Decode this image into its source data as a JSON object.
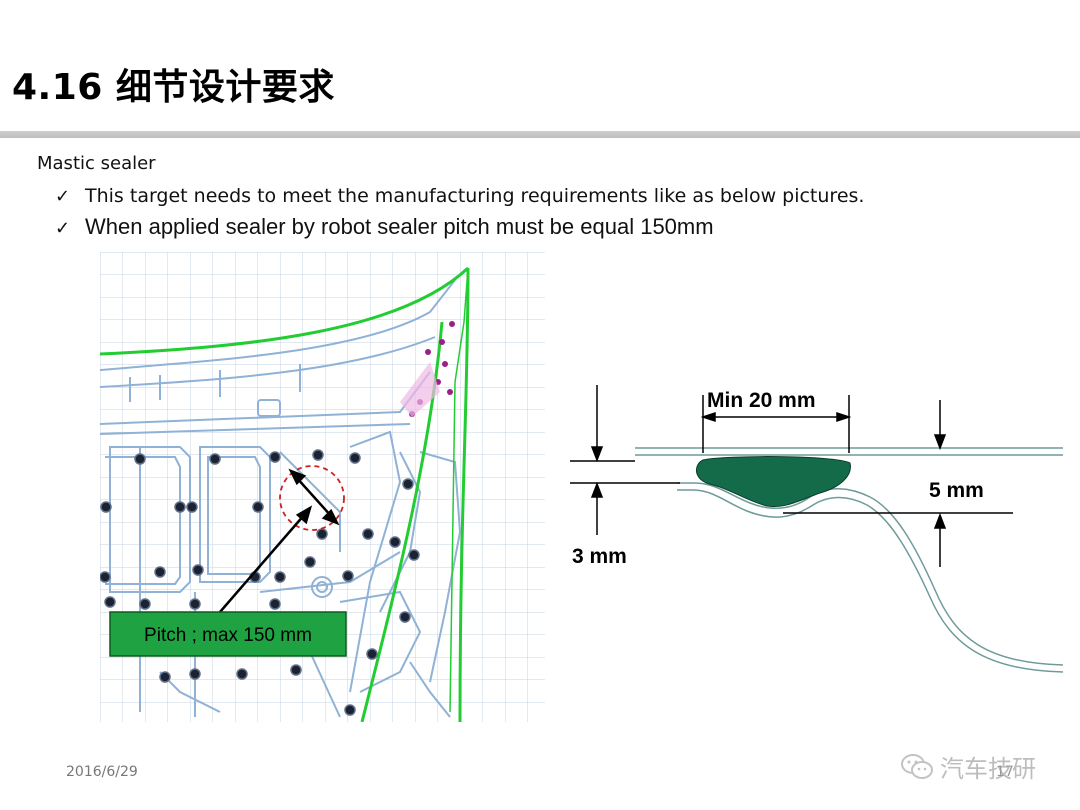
{
  "slide": {
    "title": "4.16 细节设计要求",
    "section_label": "Mastic sealer",
    "bullets": [
      {
        "check": "✓",
        "text": "This target needs to meet the manufacturing requirements like as below pictures."
      },
      {
        "check": "✓",
        "text": "When applied sealer by robot sealer pitch must be equal 150mm"
      }
    ]
  },
  "left_drawing": {
    "pitch_label": "Pitch ; max 150 mm",
    "callout_color": "#1fa342",
    "outline_color": "#22cc33",
    "sealer_dot_color": "#1b2333",
    "circle_color": "#cc2222"
  },
  "right_drawing": {
    "min_width_label": "Min 20 mm",
    "height_label": "5 mm",
    "gap_label": "3 mm",
    "sealer_color": "#136b4a"
  },
  "footer": {
    "date": "2016/6/29",
    "watermark": "汽车技研",
    "page_number": "17"
  }
}
